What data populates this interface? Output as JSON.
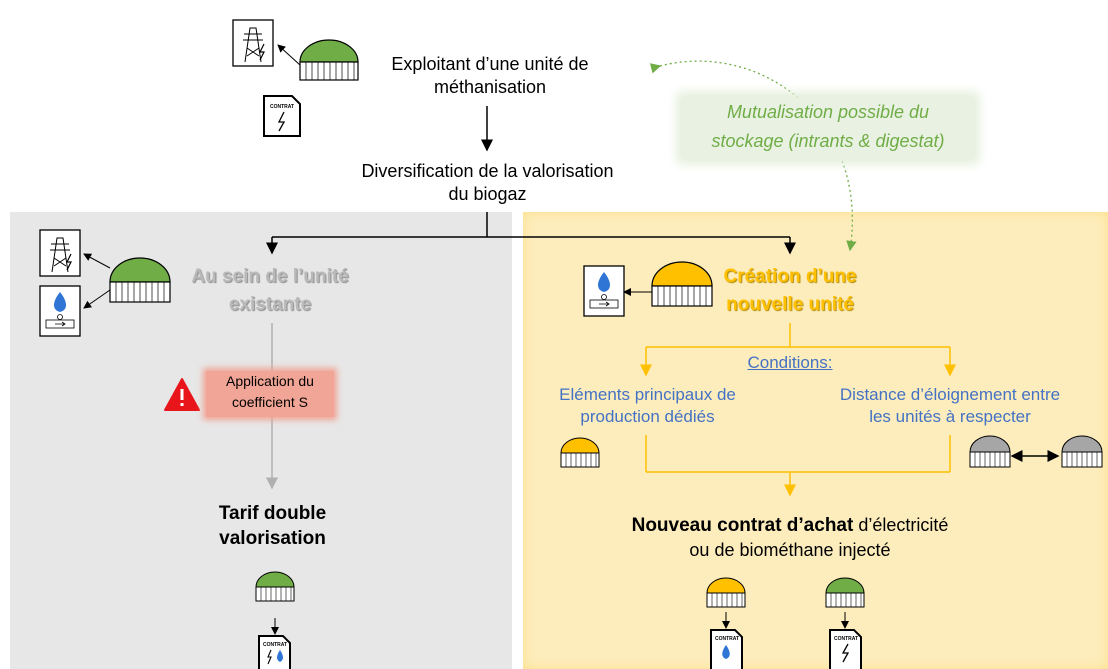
{
  "top": {
    "line1": "Exploitant d’une unité de",
    "line2": "méthanisation"
  },
  "diversification": {
    "line1": "Diversification de la valorisation",
    "line2": "du biogaz"
  },
  "mutualisation": {
    "line1": "Mutualisation possible du",
    "line2": "stockage (intrants & digestat)"
  },
  "left_branch": {
    "title1": "Au sein de l’unité",
    "title2": "existante",
    "warning1": "Application du",
    "warning2": "coefficient S",
    "result1": "Tarif double",
    "result2": "valorisation"
  },
  "right_branch": {
    "title1": "Création d’une",
    "title2": "nouvelle unité",
    "conditions": "Conditions:",
    "cond1_line1": "Eléments principaux de",
    "cond1_line2": "production dédiés",
    "cond2_line1": "Distance d’éloignement entre",
    "cond2_line2": "les unités à respecter",
    "result_bold": "Nouveau contrat d’achat",
    "result_rest": " d’électricité",
    "result_line2": "ou de biométhane injecté"
  },
  "icons": {
    "contract_label": "CONTRAT"
  },
  "colors": {
    "green": "#70ad47",
    "yellow": "#ffc000",
    "grey": "#bfbfbf",
    "blue": "#4472c4",
    "warning_red": "#e8161b"
  }
}
